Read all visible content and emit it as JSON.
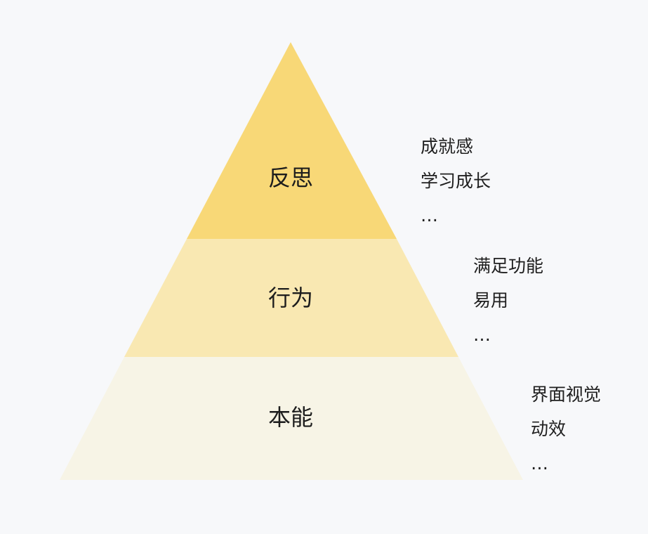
{
  "colors": {
    "background": "#f7f8fa",
    "tier_top": "#f8d877",
    "tier_middle": "#f9e8b2",
    "tier_bottom": "#f7f4e6",
    "text": "#1d1d1d"
  },
  "pyramid": {
    "tiers": [
      {
        "label": "反思",
        "notes": [
          "成就感",
          "学习成长",
          "…"
        ]
      },
      {
        "label": "行为",
        "notes": [
          "满足功能",
          "易用",
          "…"
        ]
      },
      {
        "label": "本能",
        "notes": [
          "界面视觉",
          "动效",
          "…"
        ]
      }
    ]
  }
}
